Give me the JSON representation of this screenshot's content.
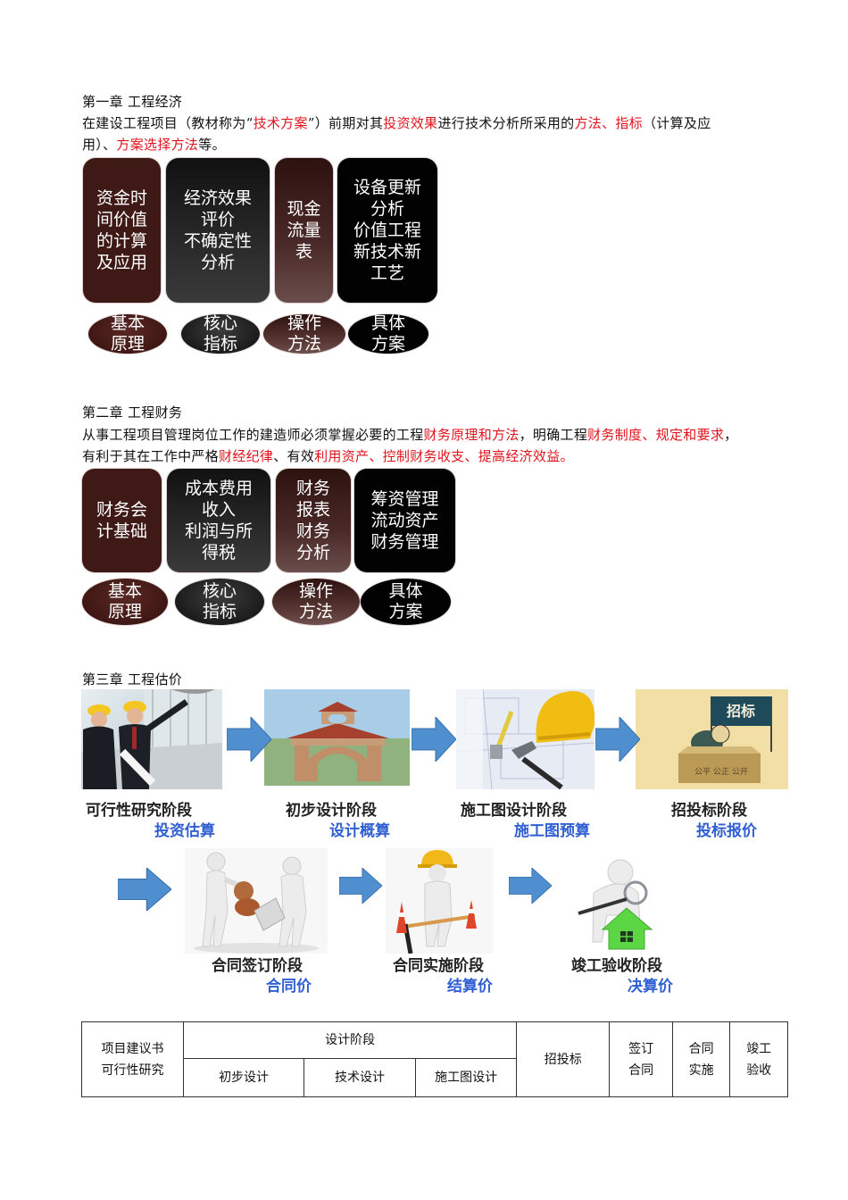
{
  "chapter1": {
    "title": "第一章  工程经济",
    "intro": [
      {
        "text": "在建设工程项目（教材称为“",
        "red": false
      },
      {
        "text": "技术方案",
        "red": true
      },
      {
        "text": "”）前期对其",
        "red": false
      },
      {
        "text": "投资效果",
        "red": true
      },
      {
        "text": "进行技术分析所采用的",
        "red": false
      },
      {
        "text": "方法、指标",
        "red": true
      },
      {
        "text": "（计算及应",
        "red": false
      }
    ],
    "intro_line2": [
      {
        "text": "用）、",
        "red": false
      },
      {
        "text": "方案选择方法",
        "red": true
      },
      {
        "text": "等。",
        "red": false
      }
    ],
    "boxes": [
      {
        "lines": [
          "资金时",
          "间价值",
          "的计算",
          "及应用"
        ]
      },
      {
        "lines": [
          "经济效果",
          "评价",
          "不确定性",
          "分析"
        ]
      },
      {
        "lines": [
          "现金",
          "流量",
          "表"
        ]
      },
      {
        "lines": [
          "设备更新",
          "分析",
          "价值工程",
          "新技术新",
          "工艺"
        ]
      }
    ],
    "labels": [
      {
        "lines": [
          "基本",
          "原理"
        ]
      },
      {
        "lines": [
          "核心",
          "指标"
        ]
      },
      {
        "lines": [
          "操作",
          "方法"
        ]
      },
      {
        "lines": [
          "具体",
          "方案"
        ]
      }
    ]
  },
  "chapter2": {
    "title": "第二章  工程财务",
    "intro": [
      {
        "text": "从事工程项目管理岗位工作的建造师必须掌握必要的工程",
        "red": false
      },
      {
        "text": "财务原理和方法",
        "red": true
      },
      {
        "text": "，明确工程",
        "red": false
      },
      {
        "text": "财务制度、规定和要求",
        "red": true
      },
      {
        "text": "，",
        "red": false
      }
    ],
    "intro_line2": [
      {
        "text": "有利于其在工作中严格",
        "red": false
      },
      {
        "text": "财经纪律",
        "red": true
      },
      {
        "text": "、有效",
        "red": false
      },
      {
        "text": "利用资产、控制财务收支、提高经济效益。",
        "red": true
      }
    ],
    "boxes": [
      {
        "lines": [
          "财务会",
          "计基础"
        ]
      },
      {
        "lines": [
          "成本费用",
          "收入",
          "利润与所",
          "得税"
        ]
      },
      {
        "lines": [
          "财务",
          "报表",
          "财务",
          "分析"
        ]
      },
      {
        "lines": [
          "筹资管理",
          "流动资产",
          "财务管理"
        ]
      }
    ],
    "labels": [
      {
        "lines": [
          "基本",
          "原理"
        ]
      },
      {
        "lines": [
          "核心",
          "指标"
        ]
      },
      {
        "lines": [
          "操作",
          "方法"
        ]
      },
      {
        "lines": [
          "具体",
          "方案"
        ]
      }
    ]
  },
  "chapter3": {
    "title": "第三章  工程估价",
    "stages": [
      {
        "name": "可行性研究阶段",
        "price": "投资估算",
        "image": "engineers-pointing-photo"
      },
      {
        "name": "初步设计阶段",
        "price": "设计概算",
        "image": "pavilion-3d-model"
      },
      {
        "name": "施工图设计阶段",
        "price": "施工图预算",
        "image": "blueprint-hardhat-tools"
      },
      {
        "name": "招投标阶段",
        "price": "投标报价",
        "image": "bidding-cartoon",
        "sign": "招标",
        "desk": "公平 公正 公开"
      },
      {
        "name": "合同签订阶段",
        "price": "合同价",
        "image": "figures-stamping-contract"
      },
      {
        "name": "合同实施阶段",
        "price": "结算价",
        "image": "worker-with-cones"
      },
      {
        "name": "竣工验收阶段",
        "price": "决算价",
        "image": "inspector-magnifier-house"
      }
    ],
    "colors": {
      "arrow": "#4f8fd0",
      "price": "#2f5fd0"
    }
  },
  "phase_table": {
    "col1": [
      "项目建议书",
      "可行性研究"
    ],
    "design_header": "设计阶段",
    "design_sub": [
      "初步设计",
      "技术设计",
      "施工图设计"
    ],
    "bidding": "招投标",
    "sign": [
      "签订",
      "合同"
    ],
    "implement": [
      "合同",
      "实施"
    ],
    "complete": [
      "竣工",
      "验收"
    ]
  }
}
